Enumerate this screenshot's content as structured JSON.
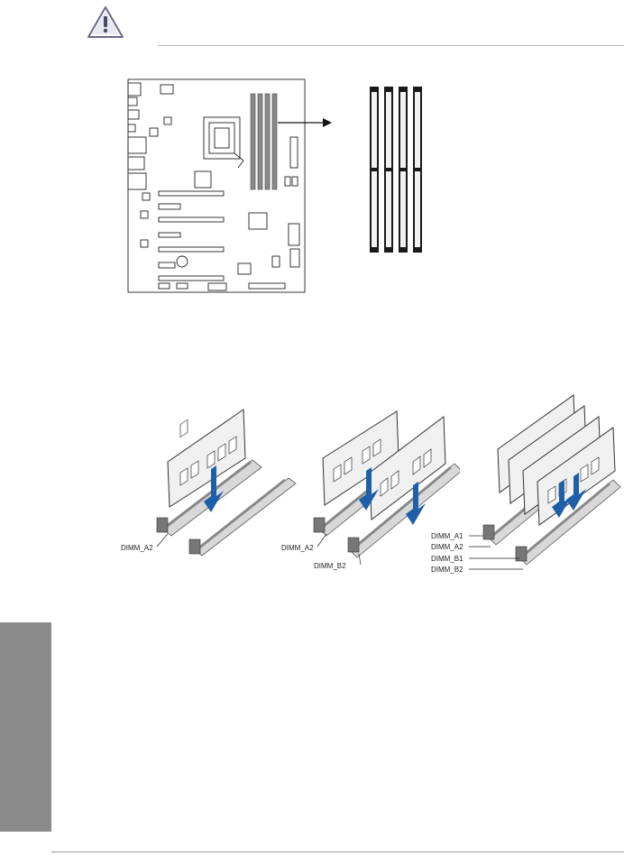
{
  "caution_icon": "warning-triangle-icon",
  "dimm_labels": {
    "one_module": [
      "DIMM_A2"
    ],
    "two_modules": [
      "DIMM_A2",
      "DIMM_B2"
    ],
    "four_modules": [
      "DIMM_A1",
      "DIMM_A2",
      "DIMM_B1",
      "DIMM_B2"
    ]
  },
  "colors": {
    "slot_gray": "#8a8a8a",
    "arrow_blue": "#1d5fa8",
    "side_tab": "#8a8a8a"
  }
}
